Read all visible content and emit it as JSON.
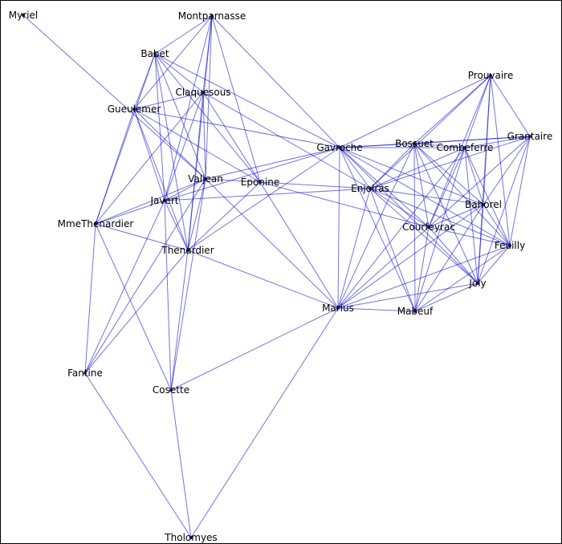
{
  "nodes": [
    {
      "id": "Myriel",
      "label": "Myriel"
    },
    {
      "id": "Montparnasse",
      "label": "Montparnasse"
    },
    {
      "id": "Babet",
      "label": "Babet"
    },
    {
      "id": "Claquesous",
      "label": "Claquesous"
    },
    {
      "id": "Gueulemer",
      "label": "Gueulemer"
    },
    {
      "id": "Prouvaire",
      "label": "Prouvaire"
    },
    {
      "id": "Grantaire",
      "label": "Grantaire"
    },
    {
      "id": "Gavroche",
      "label": "Gavroche"
    },
    {
      "id": "Bossuet",
      "label": "Bossuet"
    },
    {
      "id": "Combeferre",
      "label": "Combeferre"
    },
    {
      "id": "Valjean",
      "label": "Valjean"
    },
    {
      "id": "Eponine",
      "label": "Eponine"
    },
    {
      "id": "Enjolras",
      "label": "Enjolras"
    },
    {
      "id": "Javert",
      "label": "Javert"
    },
    {
      "id": "Bahorel",
      "label": "Bahorel"
    },
    {
      "id": "MmeThenardier",
      "label": "MmeThenardier"
    },
    {
      "id": "Courfeyrac",
      "label": "Courfeyrac"
    },
    {
      "id": "Thenardier",
      "label": "Thenardier"
    },
    {
      "id": "Feuilly",
      "label": "Feuilly"
    },
    {
      "id": "Joly",
      "label": "Joly"
    },
    {
      "id": "Marius",
      "label": "Marius"
    },
    {
      "id": "Mabeuf",
      "label": "Mabeuf"
    },
    {
      "id": "Fantine",
      "label": "Fantine"
    },
    {
      "id": "Cosette",
      "label": "Cosette"
    },
    {
      "id": "Tholomyes",
      "label": "Tholomyes"
    }
  ],
  "edges": [
    [
      "Myriel",
      "Valjean"
    ],
    [
      "Valjean",
      "Fantine"
    ],
    [
      "Valjean",
      "MmeThenardier"
    ],
    [
      "Valjean",
      "Thenardier"
    ],
    [
      "Valjean",
      "Cosette"
    ],
    [
      "Valjean",
      "Javert"
    ],
    [
      "Valjean",
      "Gavroche"
    ],
    [
      "Valjean",
      "Marius"
    ],
    [
      "Valjean",
      "Enjolras"
    ],
    [
      "Valjean",
      "Gueulemer"
    ],
    [
      "Valjean",
      "Babet"
    ],
    [
      "Valjean",
      "Claquesous"
    ],
    [
      "Valjean",
      "Montparnasse"
    ],
    [
      "Fantine",
      "Tholomyes"
    ],
    [
      "Fantine",
      "MmeThenardier"
    ],
    [
      "Fantine",
      "Thenardier"
    ],
    [
      "Fantine",
      "Javert"
    ],
    [
      "MmeThenardier",
      "Thenardier"
    ],
    [
      "MmeThenardier",
      "Cosette"
    ],
    [
      "MmeThenardier",
      "Javert"
    ],
    [
      "MmeThenardier",
      "Gueulemer"
    ],
    [
      "MmeThenardier",
      "Babet"
    ],
    [
      "MmeThenardier",
      "Claquesous"
    ],
    [
      "Thenardier",
      "Cosette"
    ],
    [
      "Thenardier",
      "Javert"
    ],
    [
      "Thenardier",
      "Gueulemer"
    ],
    [
      "Thenardier",
      "Babet"
    ],
    [
      "Thenardier",
      "Claquesous"
    ],
    [
      "Thenardier",
      "Montparnasse"
    ],
    [
      "Thenardier",
      "Marius"
    ],
    [
      "Thenardier",
      "Eponine"
    ],
    [
      "Thenardier",
      "Gavroche"
    ],
    [
      "Cosette",
      "Javert"
    ],
    [
      "Cosette",
      "Marius"
    ],
    [
      "Cosette",
      "Tholomyes"
    ],
    [
      "Javert",
      "Gueulemer"
    ],
    [
      "Javert",
      "Babet"
    ],
    [
      "Javert",
      "Claquesous"
    ],
    [
      "Javert",
      "Montparnasse"
    ],
    [
      "Javert",
      "Gavroche"
    ],
    [
      "Javert",
      "Enjolras"
    ],
    [
      "Gueulemer",
      "Babet"
    ],
    [
      "Gueulemer",
      "Claquesous"
    ],
    [
      "Gueulemer",
      "Montparnasse"
    ],
    [
      "Gueulemer",
      "Gavroche"
    ],
    [
      "Gueulemer",
      "Eponine"
    ],
    [
      "Babet",
      "Claquesous"
    ],
    [
      "Babet",
      "Montparnasse"
    ],
    [
      "Babet",
      "Gavroche"
    ],
    [
      "Babet",
      "Eponine"
    ],
    [
      "Claquesous",
      "Montparnasse"
    ],
    [
      "Claquesous",
      "Eponine"
    ],
    [
      "Claquesous",
      "Enjolras"
    ],
    [
      "Montparnasse",
      "Gavroche"
    ],
    [
      "Montparnasse",
      "Eponine"
    ],
    [
      "Marius",
      "Tholomyes"
    ],
    [
      "Marius",
      "Eponine"
    ],
    [
      "Marius",
      "Gavroche"
    ],
    [
      "Marius",
      "Enjolras"
    ],
    [
      "Marius",
      "Combeferre"
    ],
    [
      "Marius",
      "Courfeyrac"
    ],
    [
      "Marius",
      "Bahorel"
    ],
    [
      "Marius",
      "Bossuet"
    ],
    [
      "Marius",
      "Joly"
    ],
    [
      "Marius",
      "Mabeuf"
    ],
    [
      "Marius",
      "Feuilly"
    ],
    [
      "Eponine",
      "Courfeyrac"
    ],
    [
      "Gavroche",
      "Mabeuf"
    ],
    [
      "Gavroche",
      "Enjolras"
    ],
    [
      "Gavroche",
      "Combeferre"
    ],
    [
      "Gavroche",
      "Prouvaire"
    ],
    [
      "Gavroche",
      "Feuilly"
    ],
    [
      "Gavroche",
      "Courfeyrac"
    ],
    [
      "Gavroche",
      "Bahorel"
    ],
    [
      "Gavroche",
      "Bossuet"
    ],
    [
      "Gavroche",
      "Joly"
    ],
    [
      "Gavroche",
      "Grantaire"
    ],
    [
      "Mabeuf",
      "Enjolras"
    ],
    [
      "Mabeuf",
      "Combeferre"
    ],
    [
      "Mabeuf",
      "Feuilly"
    ],
    [
      "Mabeuf",
      "Courfeyrac"
    ],
    [
      "Mabeuf",
      "Bahorel"
    ],
    [
      "Mabeuf",
      "Bossuet"
    ],
    [
      "Mabeuf",
      "Joly"
    ],
    [
      "Enjolras",
      "Combeferre"
    ],
    [
      "Enjolras",
      "Prouvaire"
    ],
    [
      "Enjolras",
      "Feuilly"
    ],
    [
      "Enjolras",
      "Courfeyrac"
    ],
    [
      "Enjolras",
      "Bahorel"
    ],
    [
      "Enjolras",
      "Bossuet"
    ],
    [
      "Enjolras",
      "Joly"
    ],
    [
      "Enjolras",
      "Grantaire"
    ],
    [
      "Combeferre",
      "Prouvaire"
    ],
    [
      "Combeferre",
      "Feuilly"
    ],
    [
      "Combeferre",
      "Courfeyrac"
    ],
    [
      "Combeferre",
      "Bahorel"
    ],
    [
      "Combeferre",
      "Bossuet"
    ],
    [
      "Combeferre",
      "Joly"
    ],
    [
      "Combeferre",
      "Grantaire"
    ],
    [
      "Prouvaire",
      "Feuilly"
    ],
    [
      "Prouvaire",
      "Courfeyrac"
    ],
    [
      "Prouvaire",
      "Bahorel"
    ],
    [
      "Prouvaire",
      "Bossuet"
    ],
    [
      "Prouvaire",
      "Joly"
    ],
    [
      "Prouvaire",
      "Grantaire"
    ],
    [
      "Feuilly",
      "Courfeyrac"
    ],
    [
      "Feuilly",
      "Bahorel"
    ],
    [
      "Feuilly",
      "Bossuet"
    ],
    [
      "Feuilly",
      "Joly"
    ],
    [
      "Feuilly",
      "Grantaire"
    ],
    [
      "Courfeyrac",
      "Bahorel"
    ],
    [
      "Courfeyrac",
      "Bossuet"
    ],
    [
      "Courfeyrac",
      "Joly"
    ],
    [
      "Courfeyrac",
      "Grantaire"
    ],
    [
      "Bahorel",
      "Bossuet"
    ],
    [
      "Bahorel",
      "Joly"
    ],
    [
      "Bahorel",
      "Grantaire"
    ],
    [
      "Bossuet",
      "Joly"
    ],
    [
      "Bossuet",
      "Grantaire"
    ],
    [
      "Joly",
      "Grantaire"
    ]
  ],
  "style": {
    "edge_color": "#0000cc",
    "node_color": "#1a1a66",
    "label_color": "#000000",
    "background": "#ffffff"
  }
}
